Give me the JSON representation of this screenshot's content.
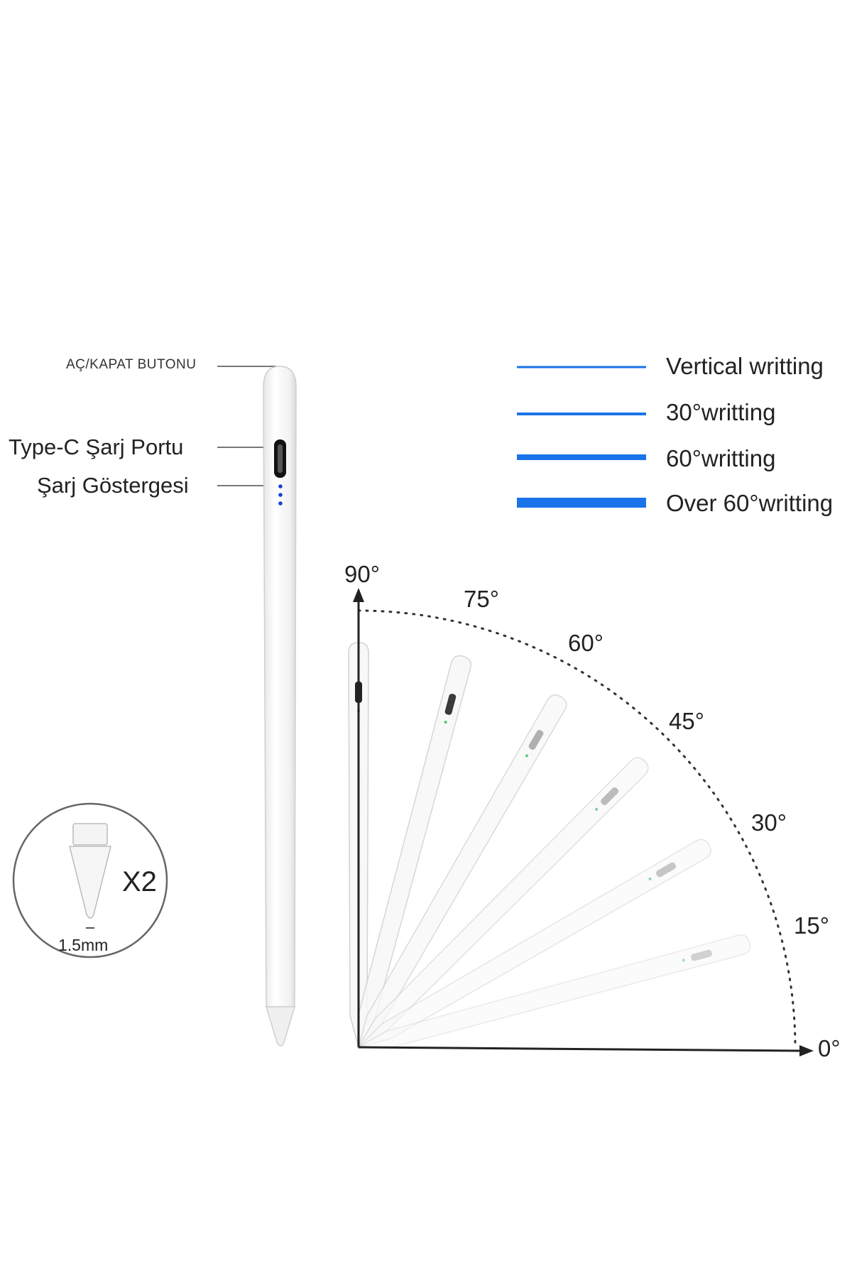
{
  "callouts": {
    "power_button": "AÇ/KAPAT BUTONU",
    "charge_port": "Type-C Şarj Portu",
    "charge_indicator": "Şarj Göstergesi"
  },
  "legend": [
    {
      "label": "Vertical writting",
      "thickness": "thin"
    },
    {
      "label": "30°writting",
      "thickness": "thin"
    },
    {
      "label": "60°writting",
      "thickness": "medium"
    },
    {
      "label": "Over 60°writting",
      "thickness": "thick"
    }
  ],
  "angles": [
    "90°",
    "75°",
    "60°",
    "45°",
    "30°",
    "15°",
    "0°"
  ],
  "pen_tilts_deg": [
    90,
    75,
    60,
    45,
    30,
    15
  ],
  "replacement_tip": {
    "count_label": "X2",
    "size_label": "1.5mm"
  },
  "colors": {
    "legend_line": "#1a73e8",
    "indicator_dot": "#1a3fd6",
    "pen_body": "#f7f7f7"
  }
}
